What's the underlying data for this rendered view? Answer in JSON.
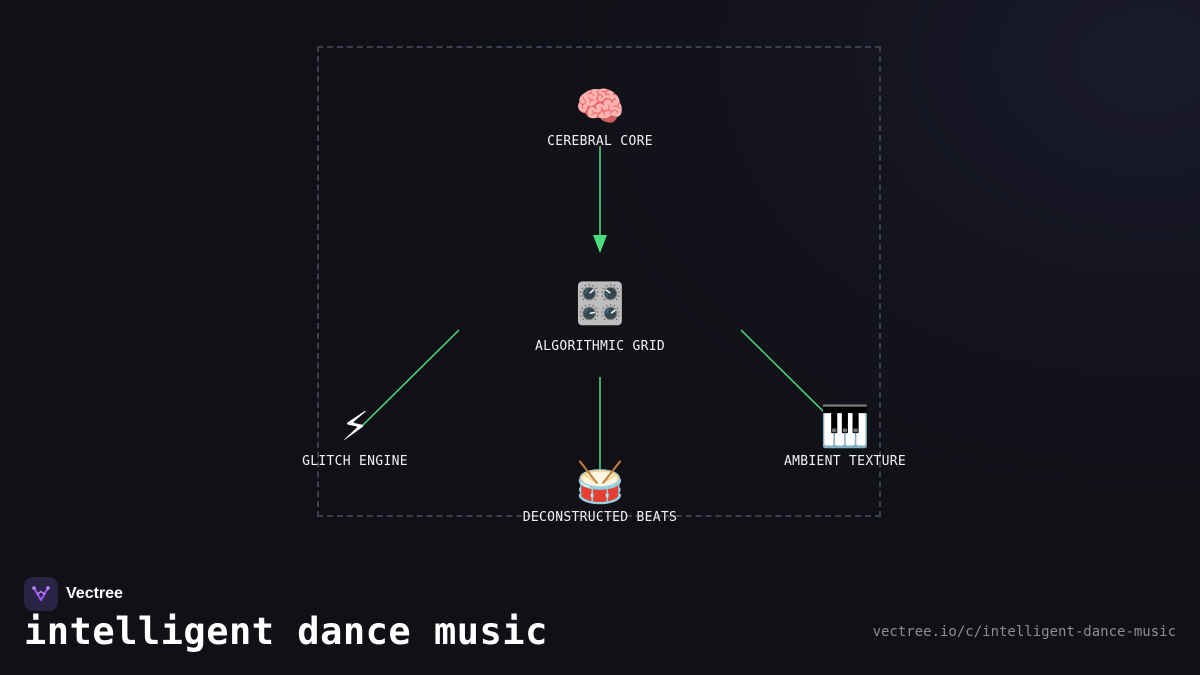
{
  "diagram": {
    "nodes": [
      {
        "id": "cerebral-core",
        "label": "CEREBRAL CORE",
        "icon": "🧠",
        "icon_name": "brain-icon"
      },
      {
        "id": "algorithmic-grid",
        "label": "ALGORITHMIC GRID",
        "icon": "🎛️",
        "icon_name": "control-knobs-icon"
      },
      {
        "id": "glitch-engine",
        "label": "GLITCH ENGINE",
        "icon": "⚡",
        "icon_name": "lightning-icon"
      },
      {
        "id": "deconstructed-beats",
        "label": "DECONSTRUCTED BEATS",
        "icon": "🥁",
        "icon_name": "drum-icon"
      },
      {
        "id": "ambient-texture",
        "label": "AMBIENT TEXTURE",
        "icon": "🎹",
        "icon_name": "piano-keyboard-icon"
      }
    ],
    "edges": [
      {
        "from": "cerebral-core",
        "to": "algorithmic-grid",
        "arrow": true
      },
      {
        "from": "algorithmic-grid",
        "to": "glitch-engine",
        "arrow": false
      },
      {
        "from": "algorithmic-grid",
        "to": "deconstructed-beats",
        "arrow": false
      },
      {
        "from": "algorithmic-grid",
        "to": "ambient-texture",
        "arrow": false
      }
    ],
    "edge_color": "#4ade80",
    "frame_color": "#39404f"
  },
  "brand": {
    "name": "Vectree",
    "logo_icon": "vectree-logo-icon",
    "accent": "#a855f7"
  },
  "page_title": "intelligent dance music",
  "url": "vectree.io/c/intelligent-dance-music"
}
